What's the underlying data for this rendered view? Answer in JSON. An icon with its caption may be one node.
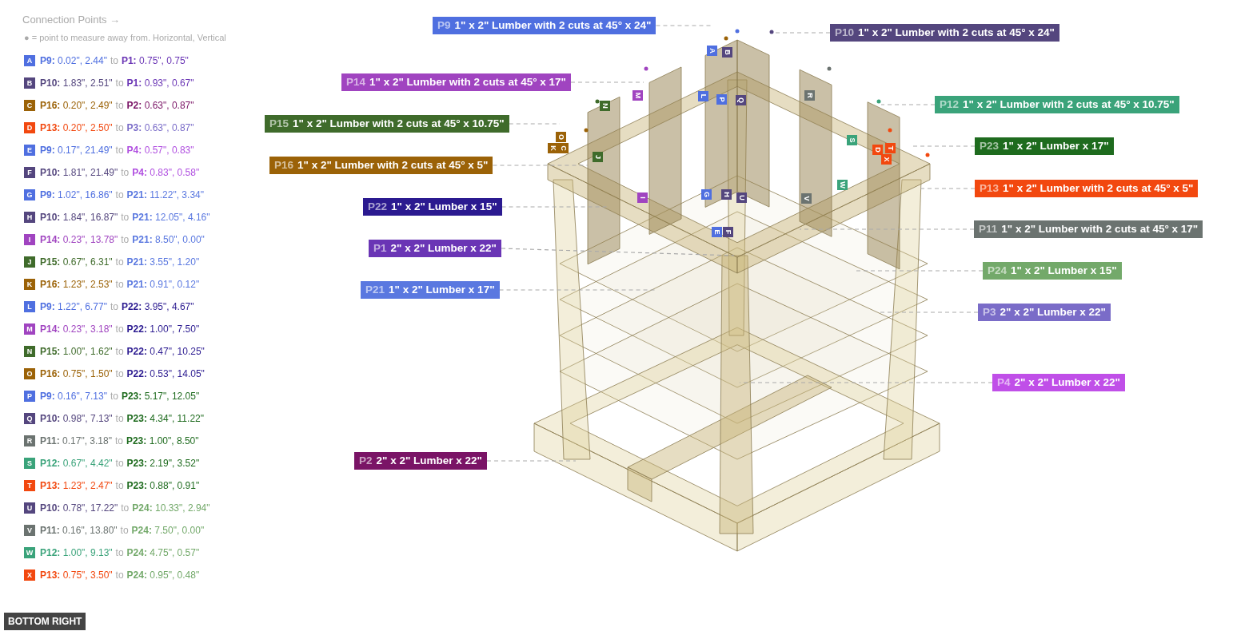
{
  "diagram": {
    "nodes": [
      {
        "text": [
          "P9",
          "1\" x 2\" Lumber with 2 cuts at 45° x 24\""
        ]
      },
      {
        "text": [
          "P10",
          "1\" x 2\" Lumber with 2 cuts at 45° x 24\""
        ]
      },
      {
        "text": [
          "P14",
          "1\" x 2\" Lumber with 2 cuts at 45° x 17\""
        ]
      },
      {
        "text": [
          "P12",
          "1\" x 2\" Lumber with 2 cuts at 45° x 10.75\""
        ]
      },
      {
        "text": [
          "P15",
          "1\" x 2\" Lumber with 2 cuts at 45° x 10.75\""
        ]
      },
      {
        "text": [
          "P23",
          "1\" x 2\" Lumber x 17\""
        ]
      },
      {
        "text": [
          "P16",
          "1\" x 2\" Lumber with 2 cuts at 45° x 5\""
        ]
      },
      {
        "text": [
          "P13",
          "1\" x 2\" Lumber with 2 cuts at 45° x 5\""
        ]
      },
      {
        "text": [
          "P22",
          "1\" x 2\" Lumber x 15\""
        ]
      },
      {
        "text": [
          "P11",
          "1\" x 2\" Lumber with 2 cuts at 45° x 17\""
        ]
      },
      {
        "text": [
          "P1",
          "2\" x 2\" Lumber x 22\""
        ]
      },
      {
        "text": [
          "P24",
          "1\" x 2\" Lumber x 15\""
        ]
      },
      {
        "text": [
          "P21",
          "1\" x 2\" Lumber x 17\""
        ]
      },
      {
        "text": [
          "P3",
          "2\" x 2\" Lumber x 22\""
        ]
      },
      {
        "text": [
          "P4",
          "2\" x 2\" Lumber x 22\""
        ]
      },
      {
        "text": [
          "P2",
          "2\" x 2\" Lumber x 22\""
        ]
      }
    ],
    "edges": [
      {
        "from": 0,
        "to": null,
        "arrow": "none",
        "style": "dashed"
      },
      {
        "from": 1,
        "to": null,
        "arrow": "none",
        "style": "dashed"
      },
      {
        "from": 2,
        "to": null,
        "arrow": "none",
        "style": "dashed"
      },
      {
        "from": 3,
        "to": null,
        "arrow": "none",
        "style": "dashed"
      },
      {
        "from": 4,
        "to": null,
        "arrow": "none",
        "style": "dashed"
      },
      {
        "from": 5,
        "to": null,
        "arrow": "none",
        "style": "dashed"
      },
      {
        "from": 6,
        "to": null,
        "arrow": "none",
        "style": "dashed"
      },
      {
        "from": 7,
        "to": null,
        "arrow": "none",
        "style": "dashed"
      },
      {
        "from": 8,
        "to": null,
        "arrow": "none",
        "style": "dashed"
      },
      {
        "from": 9,
        "to": null,
        "arrow": "none",
        "style": "dashed"
      },
      {
        "from": 10,
        "to": null,
        "arrow": "none",
        "style": "dashed"
      },
      {
        "from": 11,
        "to": null,
        "arrow": "none",
        "style": "dashed"
      },
      {
        "from": 12,
        "to": null,
        "arrow": "none",
        "style": "dashed"
      },
      {
        "from": 13,
        "to": null,
        "arrow": "none",
        "style": "dashed"
      },
      {
        "from": 14,
        "to": null,
        "arrow": "none",
        "style": "dashed"
      },
      {
        "from": 15,
        "to": null,
        "arrow": "none",
        "style": "dashed"
      }
    ],
    "labels": [
      "Connection Points →",
      "● = point to measure away from. Horizontal, Vertical",
      "A",
      "**P9:** 0.02\", 2.44\"",
      "to",
      "**P1:** 0.75\", 0.75\"",
      "B",
      "**P10:** 1.83\", 2.51\"",
      "to",
      "**P1:** 0.93\", 0.67\"",
      "C",
      "**P16:** 0.20\", 2.49\"",
      "to",
      "**P2:** 0.63\", 0.87\"",
      "D",
      "**P13:** 0.20\", 2.50\"",
      "to",
      "**P3:** 0.63\", 0.87\"",
      "E",
      "**P9:** 0.17\", 21.49\"",
      "to",
      "**P4:** 0.57\", 0.83\"",
      "F",
      "**P10:** 1.81\", 21.49\"",
      "to",
      "**P4:** 0.83\", 0.58\"",
      "G",
      "**P9:** 1.02\", 16.86\"",
      "to",
      "**P21:** 11.22\", 3.34\"",
      "H",
      "**P10:** 1.84\", 16.87\"",
      "to",
      "**P21:** 12.05\", 4.16\"",
      "I",
      "**P14:** 0.23\", 13.78\"",
      "to",
      "**P21:** 8.50\", 0.00\"",
      "J",
      "**P15:** 0.67\", 6.31\"",
      "to",
      "**P21:** 3.55\", 1.20\"",
      "K",
      "**P16:** 1.23\", 2.53\"",
      "to",
      "**P21:** 0.91\", 0.12\"",
      "L",
      "**P9:** 1.22\", 6.77\"",
      "to",
      "**P22:** 3.95\", 4.67\"",
      "M",
      "**P14:** 0.23\", 3.18\"",
      "to",
      "**P22:** 1.00\", 7.50\"",
      "N",
      "**P15:** 1.00\", 1.62\"",
      "to",
      "**P22:** 0.47\", 10.25\"",
      "O",
      "**P16:** 0.75\", 1.50\"",
      "to",
      "**P22:** 0.53\", 14.05\"",
      "P",
      "**P9:** 0.16\", 7.13\"",
      "to",
      "**P23:** 5.17\", 12.05\"",
      "Q",
      "**P10:** 0.98\", 7.13\"",
      "to",
      "**P23:** 4.34\", 11.22\"",
      "R",
      "**P11:** 0.17\", 3.18\"",
      "to",
      "**P23:** 1.00\", 8.50\"",
      "S",
      "**P12:** 0.67\", 4.42\"",
      "to",
      "**P23:** 2.19\", 3.52\"",
      "T",
      "**P13:** 1.23\", 2.47\"",
      "to",
      "**P23:** 0.88\", 0.91\"",
      "U",
      "**P10:** 0.78\", 17.22\"",
      "to",
      "**P24:** 10.33\", 2.94\"",
      "V",
      "**P11:** 0.16\", 13.80\"",
      "to",
      "**P24:** 7.50\", 0.00\"",
      "W",
      "**P12:** 1.00\", 9.13\"",
      "to",
      "**P24:** 4.75\", 0.57\"",
      "X",
      "**P13:** 0.75\", 3.50\"",
      "to",
      "**P24:** 0.95\", 0.48\"",
      "A",
      "B",
      "M",
      "L",
      "P",
      "Q",
      "R",
      "N",
      "O",
      "K",
      "C",
      "S",
      "D",
      "T",
      "X",
      "J",
      "W",
      "I",
      "G",
      "H",
      "U",
      "V",
      "E",
      "F",
      "BOTTOM RIGHT"
    ]
  }
}
